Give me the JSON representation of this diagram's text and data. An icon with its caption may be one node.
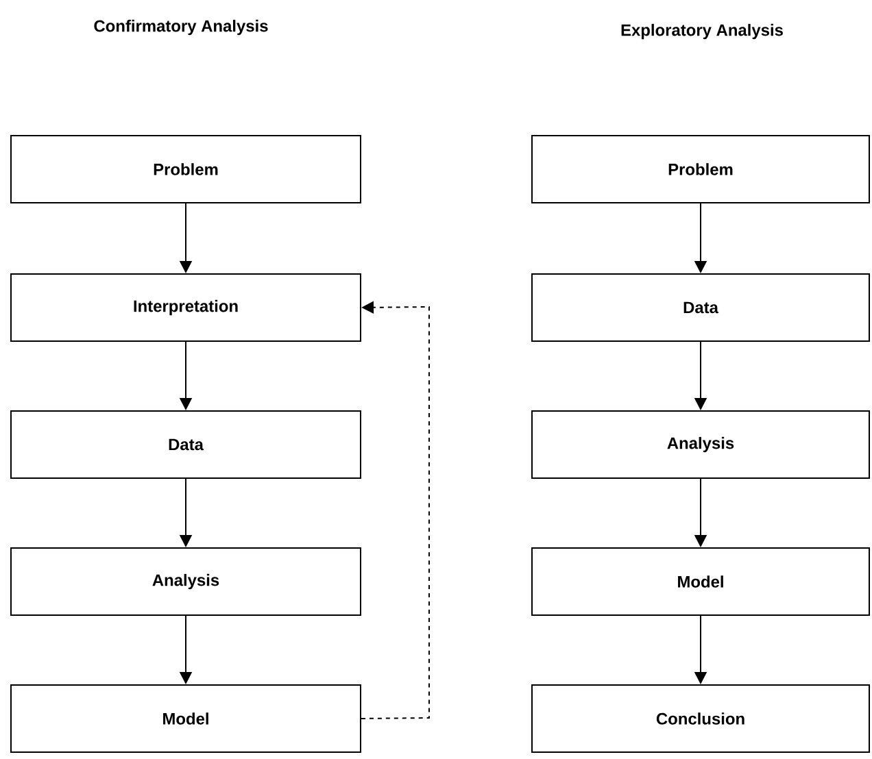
{
  "diagram": {
    "nodes": [
      {
        "text": [
          "Problem"
        ]
      },
      {
        "text": [
          "Interpretation"
        ]
      },
      {
        "text": [
          "Data"
        ]
      },
      {
        "text": [
          "Analysis"
        ]
      },
      {
        "text": [
          "Model"
        ]
      },
      {
        "text": [
          "Problem"
        ]
      },
      {
        "text": [
          "Data"
        ]
      },
      {
        "text": [
          "Analysis"
        ]
      },
      {
        "text": [
          "Model"
        ]
      },
      {
        "text": [
          "Conclusion"
        ]
      }
    ],
    "edges": [
      {
        "from": 0,
        "to": 1,
        "arrow": "to"
      },
      {
        "from": 1,
        "to": 2,
        "arrow": "to"
      },
      {
        "from": 2,
        "to": 3,
        "arrow": "to"
      },
      {
        "from": 3,
        "to": 4,
        "arrow": "to"
      },
      {
        "from": 4,
        "to": 1,
        "arrow": "to",
        "style": "dashed"
      },
      {
        "from": 5,
        "to": 6,
        "arrow": "to"
      },
      {
        "from": 6,
        "to": 7,
        "arrow": "to"
      },
      {
        "from": 7,
        "to": 8,
        "arrow": "to"
      },
      {
        "from": 8,
        "to": 9,
        "arrow": "to"
      }
    ],
    "labels": [
      "Confirmatory Analysis",
      "Exploratory Analysis"
    ]
  }
}
